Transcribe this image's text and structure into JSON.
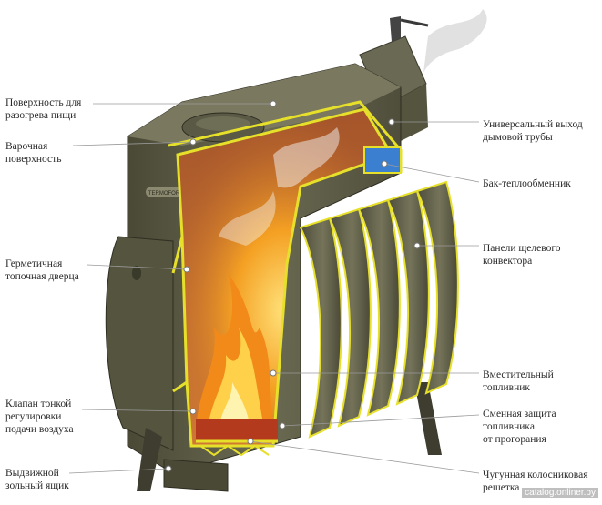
{
  "labels": {
    "left": [
      "Поверхность для\nразогрева пищи",
      "Варочная\nповерхность",
      "Герметичная\nтопочная дверца",
      "Клапан тонкой\nрегулировки\nподачи воздуха",
      "Выдвижной\nзольный ящик"
    ],
    "right": [
      "Универсальный выход\nдымовой трубы",
      "Бак-теплообменник",
      "Панели щелевого\nконвектора",
      "Вместительный\nтопливник",
      "Сменная защита\nтопливника\nот прогорания",
      "Чугунная колосниковая\nрешетка"
    ]
  },
  "watermark": "catalog.onliner.by",
  "brand": "TERMOFOR",
  "colors": {
    "stove_body": "#5f5e48",
    "stove_dark": "#3e3d2f",
    "cut_outline": "#e6e02a",
    "interior": "#b8622f",
    "fire": "#f28a1a",
    "water_tank": "#3b7fd1",
    "leader": "#9a9a9a"
  }
}
